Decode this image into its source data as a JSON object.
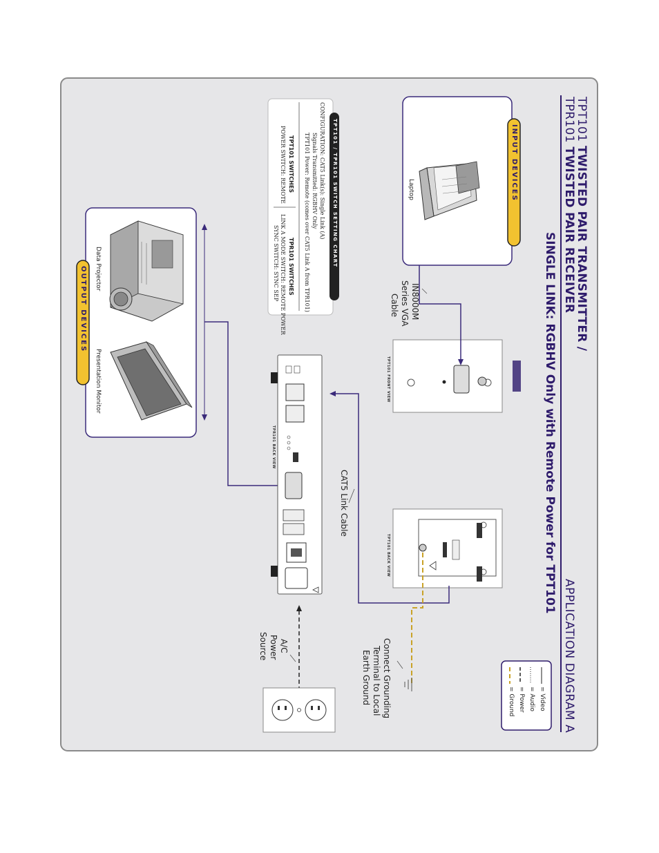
{
  "titles": {
    "line1_model": "TPT101",
    "line1_rest": "TWISTED PAIR TRANSMITTER /",
    "line2_model": "TPR101",
    "line2_rest": "TWISTED PAIR RECEIVER",
    "subtitle": "SINGLE LINK: RGBHV Only with Remote Power for TPT101",
    "app_diagram": "APPLICATION DIAGRAM A"
  },
  "legend": {
    "items": [
      {
        "symbol": "———",
        "text": "= Video"
      },
      {
        "symbol": "·········",
        "text": "= Audio"
      },
      {
        "symbol": "- - -",
        "text": "= Power"
      },
      {
        "symbol": "— —",
        "text": "= Ground"
      }
    ],
    "ground_color": "#c9a227"
  },
  "input_devices": {
    "header": "INPUT DEVICES",
    "laptop_label": "Laptop"
  },
  "output_devices": {
    "header": "OUTPUT DEVICES",
    "projector_label": "Data Projector",
    "monitor_label": "Presentation Monitor"
  },
  "switch_chart": {
    "header": "TPT101 / TPR101 SWITCH SETTING CHART",
    "configuration": "CONFIGURATION:  CAT5 Link(s): Single Link (A)",
    "signals": "Signals Transmitted: RGBHV Only",
    "power": "TPT101 Power: Remote (comes over CAT5 Link A from TPR101)",
    "tpt_switches_head": "TPT101 SWITCHES",
    "tpt_switches": "POWER SWITCH: REMOTE",
    "tpr_switches_head": "TPR101 SWITCHES",
    "tpr_switches_1": "LINK A MODE SWITCH: REMOTE POWER",
    "tpr_switches_2": "SYNC SWITCH: SYNC SEP"
  },
  "cables": {
    "vga_cable": "IN8000M Series VGA Cable",
    "vga_line1": "IN8000M",
    "vga_line2": "Series VGA",
    "vga_line3": "Cable",
    "cat5_cable": "CAT5 Link Cable",
    "ac_line1": "A/C",
    "ac_line2": "Power",
    "ac_line3": "Source",
    "ground_line1": "Connect Grounding",
    "ground_line2": "Terminal to Local",
    "ground_line3": "Earth Ground"
  },
  "device_views": {
    "tpt_front": "TPT101 FRONT VIEW",
    "tpt_back": "TPT101 BACK VIEW",
    "tpr_back": "TPR101 BACK VIEW"
  },
  "colors": {
    "panel_bg": "#e6e6e8",
    "panel_border": "#8a8a8a",
    "accent": "#2e1b6b",
    "pill": "#f2c230",
    "line": "#3a2a7a"
  }
}
